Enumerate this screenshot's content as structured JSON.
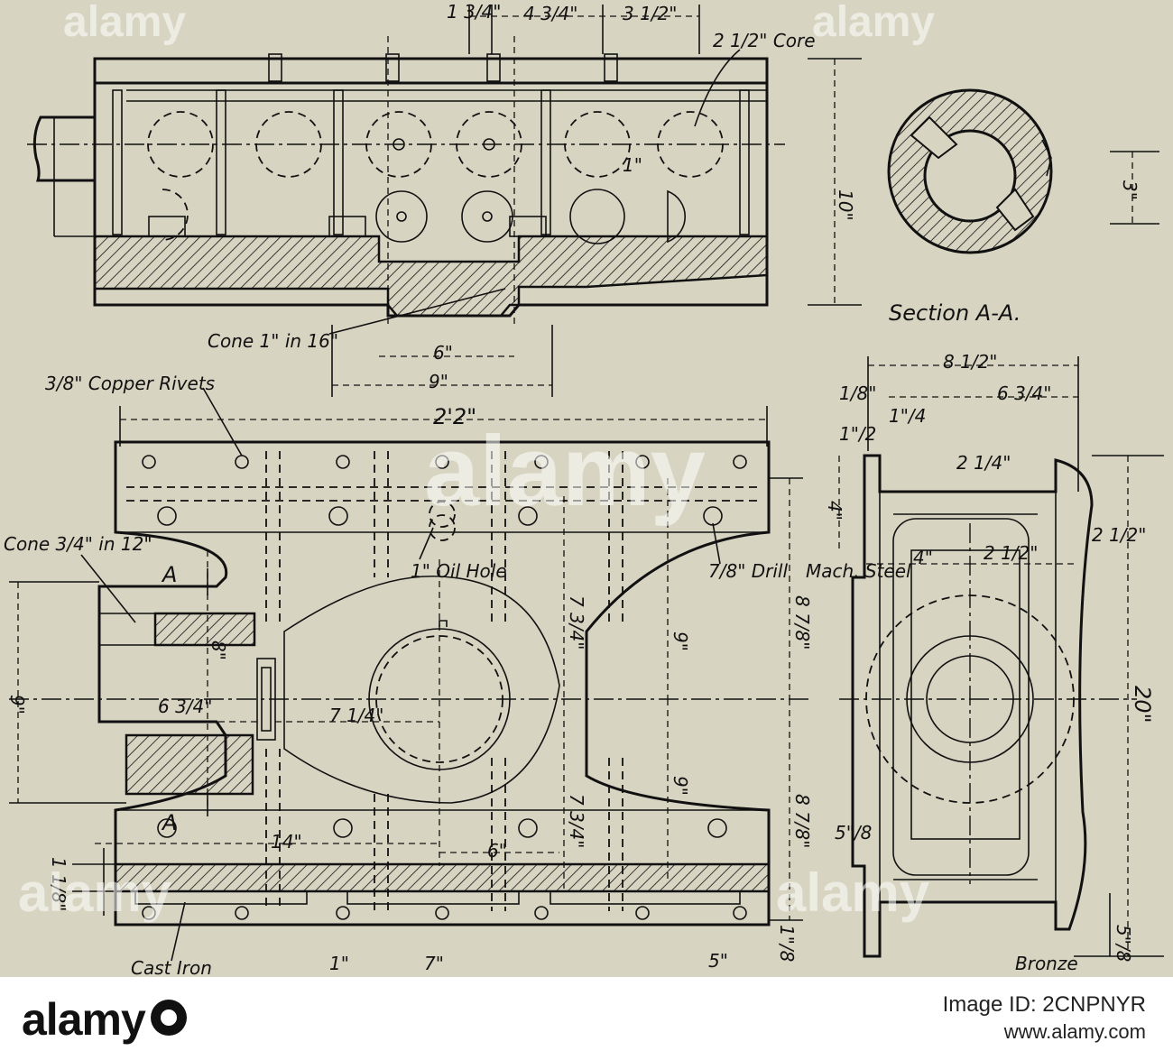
{
  "drawing": {
    "top_view": {
      "dims": [
        "1 3/4\"",
        "4 3/4\"",
        "3 1/2\"",
        "10\"",
        "6\"",
        "9\""
      ],
      "notes": [
        "2 1/2\" Core",
        "1\"",
        "Cone 1\" in 16\""
      ]
    },
    "section": {
      "title": "Section A-A.",
      "dims": [
        "3\""
      ]
    },
    "front_view": {
      "dims": [
        "2'2\"",
        "9\"",
        "6 3/4\"",
        "8\"",
        "7 1/4\"",
        "7 3/4\"",
        "7 3/4\"",
        "9\"",
        "9\"",
        "8 7/8\"",
        "8 7/8\"",
        "14\"",
        "6\"",
        "1 1/8\"",
        "1\"/8",
        "7\"",
        "5\"",
        "1\""
      ],
      "notes": [
        "3/8\" Copper Rivets",
        "Cone 3/4\" in 12\"",
        "1\" Oil Hole",
        "7/8\" Drill",
        "A",
        "A",
        "Cast Iron"
      ]
    },
    "side_view": {
      "dims": [
        "8 1/2\"",
        "6 3/4\"",
        "1/8\"",
        "1\"/4",
        "1\"/2",
        "2 1/4\"",
        "4\"",
        "4\"",
        "2 1/2\"",
        "2 1/2\"",
        "20\"",
        "5\"/8",
        "5\"/8"
      ],
      "notes": [
        "Mach. Steel",
        "Bronze"
      ]
    }
  },
  "watermark": {
    "text": "alamy"
  },
  "footer": {
    "logo": "alamy",
    "image_id": "Image ID: 2CNPNYR",
    "url": "www.alamy.com"
  }
}
